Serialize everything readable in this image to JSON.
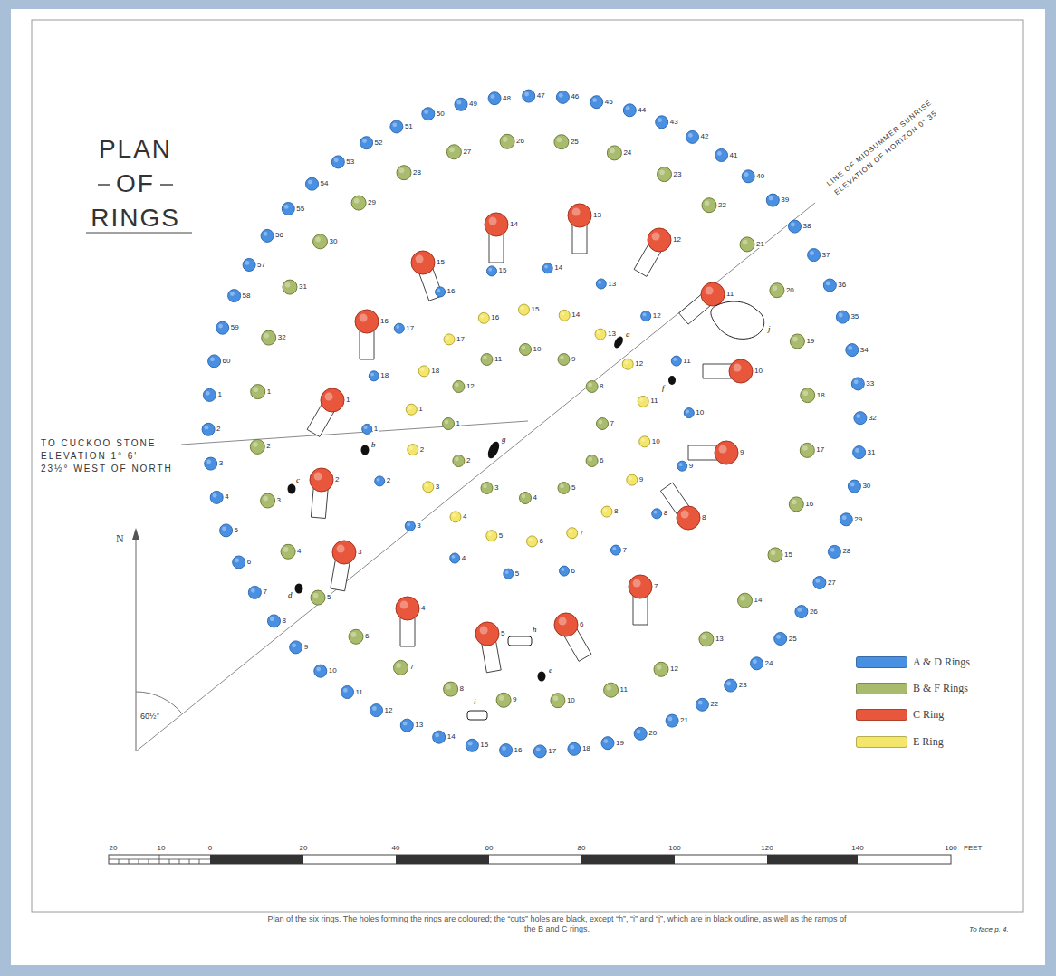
{
  "diagram": {
    "title": "PLAN OF RINGS",
    "caption": "Plan of the six rings. The holes forming the rings are coloured; the “cuts” holes are black, except “h”, “i” and “j”, which are in black outline, as well as the ramps of the B and C rings.",
    "labels": [
      "1",
      "2",
      "3",
      "4",
      "5",
      "6",
      "7",
      "8",
      "9",
      "10",
      "11",
      "12",
      "13",
      "14",
      "15",
      "16",
      "17",
      "18",
      "19",
      "20",
      "21",
      "22",
      "23",
      "24",
      "25",
      "26",
      "27",
      "28",
      "29",
      "30",
      "31",
      "32",
      "33",
      "34",
      "35",
      "36",
      "37",
      "38",
      "39",
      "40",
      "41",
      "42",
      "43",
      "44",
      "45",
      "46",
      "47",
      "48",
      "49",
      "50",
      "51",
      "52",
      "53",
      "54",
      "55",
      "56",
      "57",
      "58",
      "59",
      "60",
      "1",
      "2",
      "3",
      "4",
      "5",
      "6",
      "7",
      "8",
      "9",
      "10",
      "11",
      "12",
      "13",
      "14",
      "15",
      "16",
      "17",
      "18",
      "19",
      "20",
      "21",
      "22",
      "23",
      "24",
      "25",
      "26",
      "27",
      "28",
      "29",
      "30",
      "31",
      "32",
      "1",
      "2",
      "3",
      "4",
      "5",
      "6",
      "7",
      "8",
      "9",
      "10",
      "11",
      "12",
      "13",
      "14",
      "15",
      "16",
      "1",
      "2",
      "3",
      "4",
      "5",
      "6",
      "7",
      "8",
      "9",
      "10",
      "11",
      "12",
      "13",
      "14",
      "15",
      "16",
      "17",
      "18",
      "1",
      "2",
      "3",
      "4",
      "5",
      "6",
      "7",
      "8",
      "9",
      "10",
      "11",
      "12",
      "13",
      "14",
      "15",
      "16",
      "17",
      "18",
      "1",
      "2",
      "3",
      "4",
      "5",
      "6",
      "7",
      "8",
      "9",
      "10",
      "11",
      "12",
      "a",
      "b",
      "c",
      "d",
      "e",
      "f",
      "g",
      "h",
      "i",
      "j",
      "TO CUCKOO STONE",
      "ELEVATION 1° 6'",
      "23½° WEST OF NORTH",
      "LINE OF MIDSUMMER SUNRISE",
      "ELEVATION OF HORIZON 0° 35'",
      "N",
      "60½°",
      "20",
      "10",
      "0",
      "20",
      "40",
      "60",
      "80",
      "100",
      "120",
      "140",
      "160",
      "FEET",
      "To face p. 4."
    ],
    "legend": [
      {
        "text": "A & D Rings",
        "color": "#4a90e2"
      },
      {
        "text": "B & F Rings",
        "color": "#a9bb6c"
      },
      {
        "text": "C Ring",
        "color": "#e8563b"
      },
      {
        "text": "E Ring",
        "color": "#f3e66b"
      }
    ]
  }
}
